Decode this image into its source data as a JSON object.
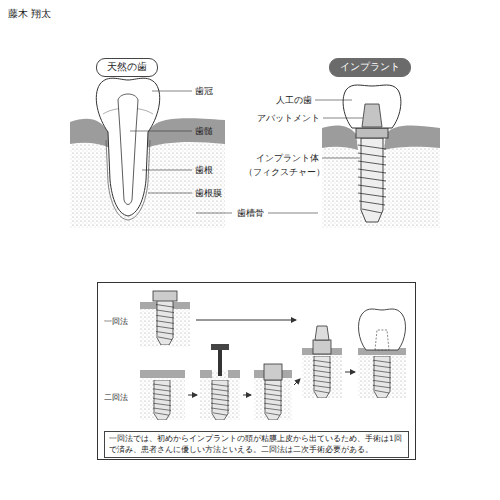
{
  "diagram": {
    "nodes": [
      {
        "text": [
          "天然の歯"
        ]
      },
      {
        "text": [
          "インプラント"
        ]
      },
      {
        "text": [
          "一回法では、初めからインプラントの頭が粘膜上皮から出ているため、手術は1回で済み、患者さんに優しい方法といえる。二回法は二次手術必要がある。"
        ]
      }
    ],
    "labels": [
      "藤木 翔太",
      "歯冠",
      "歯髄",
      "歯根",
      "歯根膜",
      "歯槽骨",
      "人工の歯",
      "アバットメント",
      "インプラント体",
      "（フィクスチャー）",
      "一回法",
      "二回法"
    ]
  }
}
